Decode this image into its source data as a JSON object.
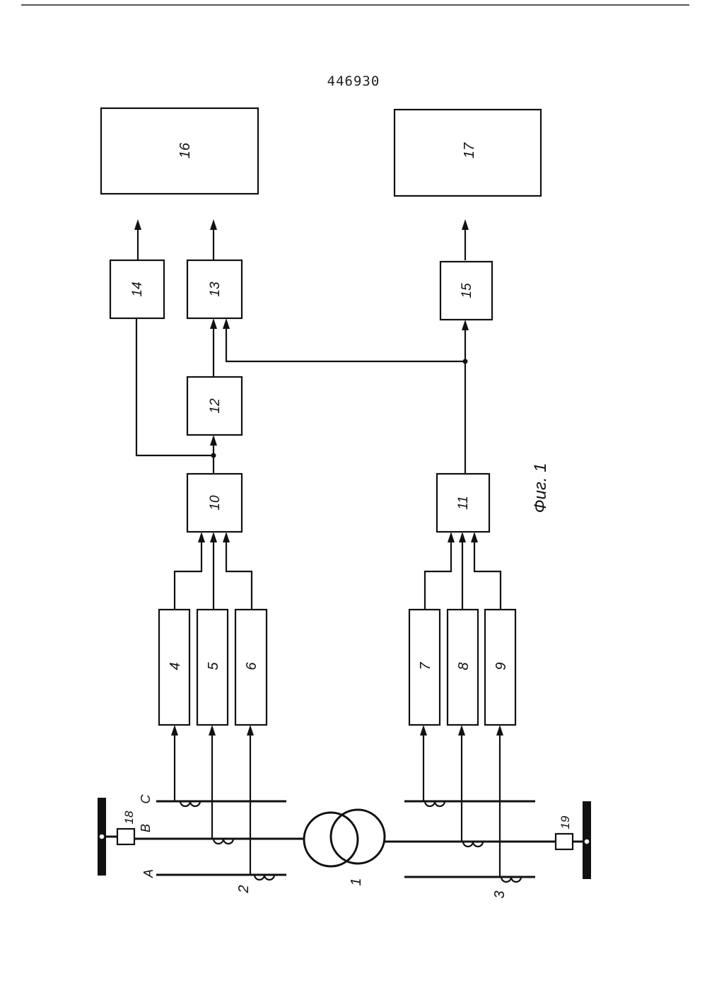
{
  "patent_number": "446930",
  "figure_caption": "Фиг. 1",
  "blocks": {
    "b4": "4",
    "b5": "5",
    "b6": "6",
    "b7": "7",
    "b8": "8",
    "b9": "9",
    "b10": "10",
    "b11": "11",
    "b12": "12",
    "b13": "13",
    "b14": "14",
    "b15": "15",
    "b16": "16",
    "b17": "17"
  },
  "labels": {
    "transformer": "1",
    "ct_left": "2",
    "ct_right": "3",
    "switch_left": "18",
    "switch_right": "19",
    "phase_a": "A",
    "phase_b": "B",
    "phase_c": "C"
  }
}
